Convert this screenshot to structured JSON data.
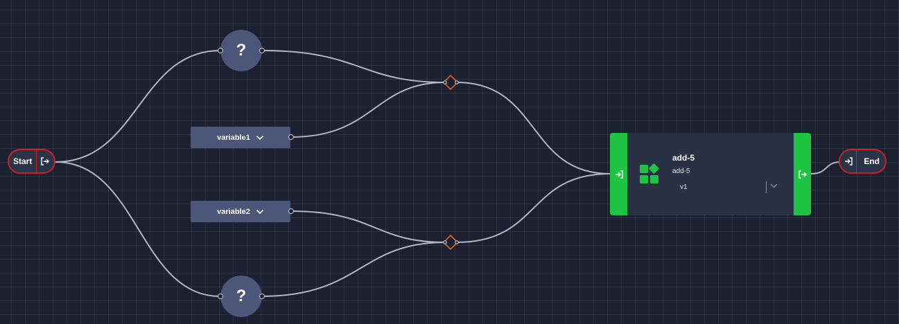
{
  "start": {
    "label": "Start",
    "port_icon": "exit-arrow-icon"
  },
  "end": {
    "label": "End",
    "port_icon": "enter-arrow-icon"
  },
  "unknown_nodes": [
    {
      "label": "?"
    },
    {
      "label": "?"
    }
  ],
  "variables": [
    {
      "label": "variable1",
      "icon": "chevron-down-icon"
    },
    {
      "label": "variable2",
      "icon": "chevron-down-icon"
    }
  ],
  "function_node": {
    "title": "add-5",
    "subtitle": "add-5",
    "version": "v1",
    "icon": "function-blocks-icon",
    "input_icon": "enter-arrow-icon",
    "output_icon": "exit-arrow-icon"
  },
  "merge_nodes": [
    {
      "icon": "merge-diamond-icon"
    },
    {
      "icon": "merge-diamond-icon"
    }
  ],
  "colors": {
    "background": "#1b2130",
    "node": "#4c5678",
    "function_body": "#283244",
    "function_accent": "#20c444",
    "terminal_border": "#c8232c",
    "merge": "#e0622a",
    "edge": "#b4b8c2"
  }
}
